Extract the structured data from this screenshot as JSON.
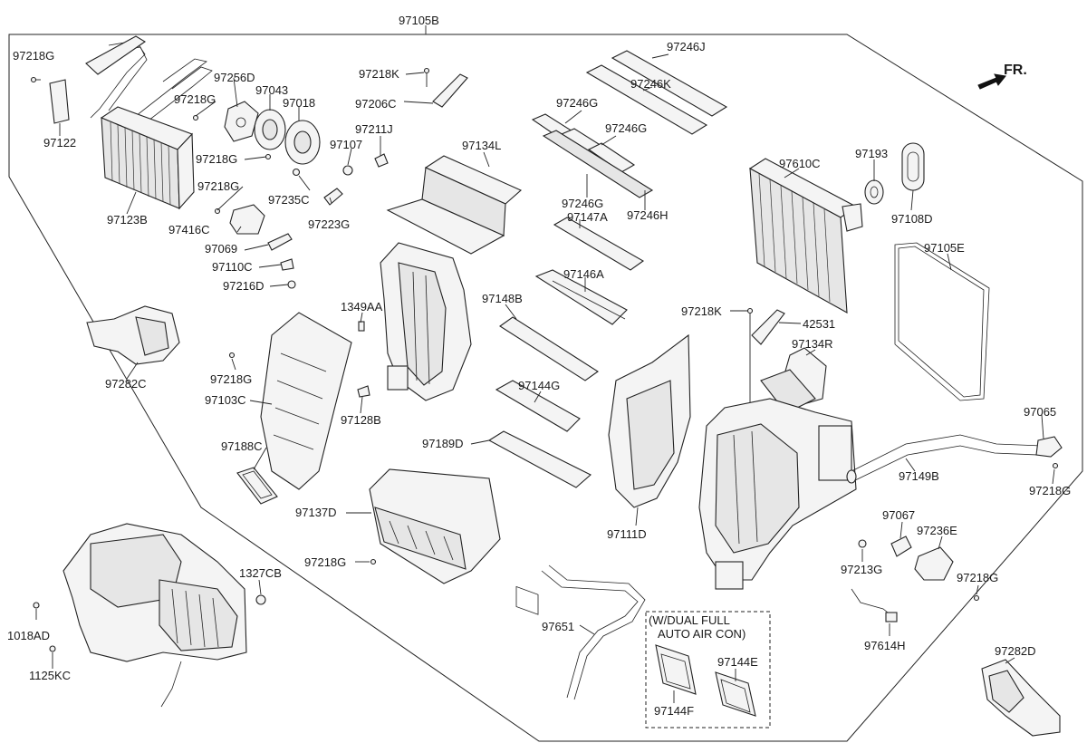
{
  "diagram": {
    "front_indicator": "FR.",
    "inset_note_line1": "(W/DUAL FULL",
    "inset_note_line2": "AUTO AIR CON)",
    "labels": {
      "97105B": "97105B",
      "97218G_a": "97218G",
      "97122": "97122",
      "97123B": "97123B",
      "97256D": "97256D",
      "97043": "97043",
      "97018": "97018",
      "97218G_b": "97218G",
      "97218G_c": "97218G",
      "97218G_d": "97218G",
      "97416C": "97416C",
      "97069": "97069",
      "97110C": "97110C",
      "97216D": "97216D",
      "97235C": "97235C",
      "97223G": "97223G",
      "97218K_a": "97218K",
      "97206C": "97206C",
      "97211J": "97211J",
      "97107": "97107",
      "97134L": "97134L",
      "97246J": "97246J",
      "97246K": "97246K",
      "97246G_a": "97246G",
      "97246G_b": "97246G",
      "97246G_c": "97246G",
      "97246H": "97246H",
      "97147A": "97147A",
      "97146A": "97146A",
      "97148B": "97148B",
      "1349AA": "1349AA",
      "97610C": "97610C",
      "97193": "97193",
      "97108D": "97108D",
      "97105E": "97105E",
      "97218K_b": "97218K",
      "42531": "42531",
      "97134R": "97134R",
      "97282C": "97282C",
      "97218G_e": "97218G",
      "97103C": "97103C",
      "97128B": "97128B",
      "97144G": "97144G",
      "97189D": "97189D",
      "97188C": "97188C",
      "97111D": "97111D",
      "97065": "97065",
      "97149B": "97149B",
      "97218G_f": "97218G",
      "97067": "97067",
      "97236E": "97236E",
      "97213G": "97213G",
      "97218G_g": "97218G",
      "97614H": "97614H",
      "97137D": "97137D",
      "97218G_h": "97218G",
      "1327CB": "1327CB",
      "1018AD": "1018AD",
      "1125KC": "1125KC",
      "97651": "97651",
      "97144E": "97144E",
      "97144F": "97144F",
      "97282D": "97282D"
    }
  }
}
